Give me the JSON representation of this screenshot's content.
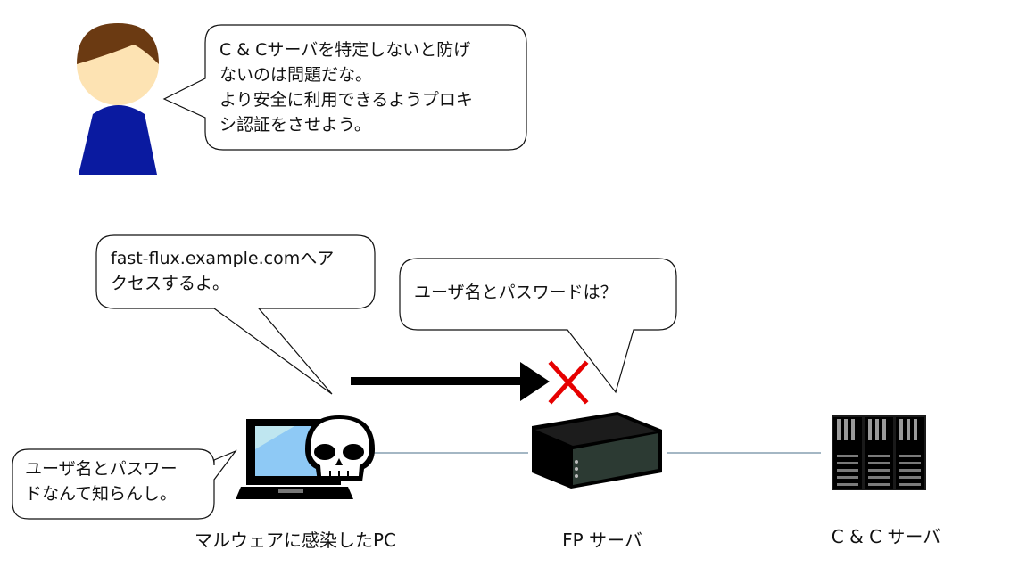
{
  "admin": {
    "speech": "C & Cサーバを特定しないと防げ\nないのは問題だな。\nより安全に利用できるようプロキ\nシ認証をさせよう。"
  },
  "malware_pc": {
    "speech_top": "fast-flux.example.comへア\nクセスするよ。",
    "speech_left": "ユーザ名とパスワー\nドなんて知らんし。",
    "label": "マルウェアに感染したPC"
  },
  "fp_server": {
    "speech": "ユーザ名とパスワードは？",
    "label": "FP サーバ"
  },
  "cc_server": {
    "label": "C & C サーバ"
  },
  "colors": {
    "person_hair": "#6b3a12",
    "person_skin": "#fde3b3",
    "person_shirt": "#0a1aa0",
    "blocked_mark": "#e60000",
    "arrow": "#000000",
    "connection_line": "#4a6f8a"
  }
}
